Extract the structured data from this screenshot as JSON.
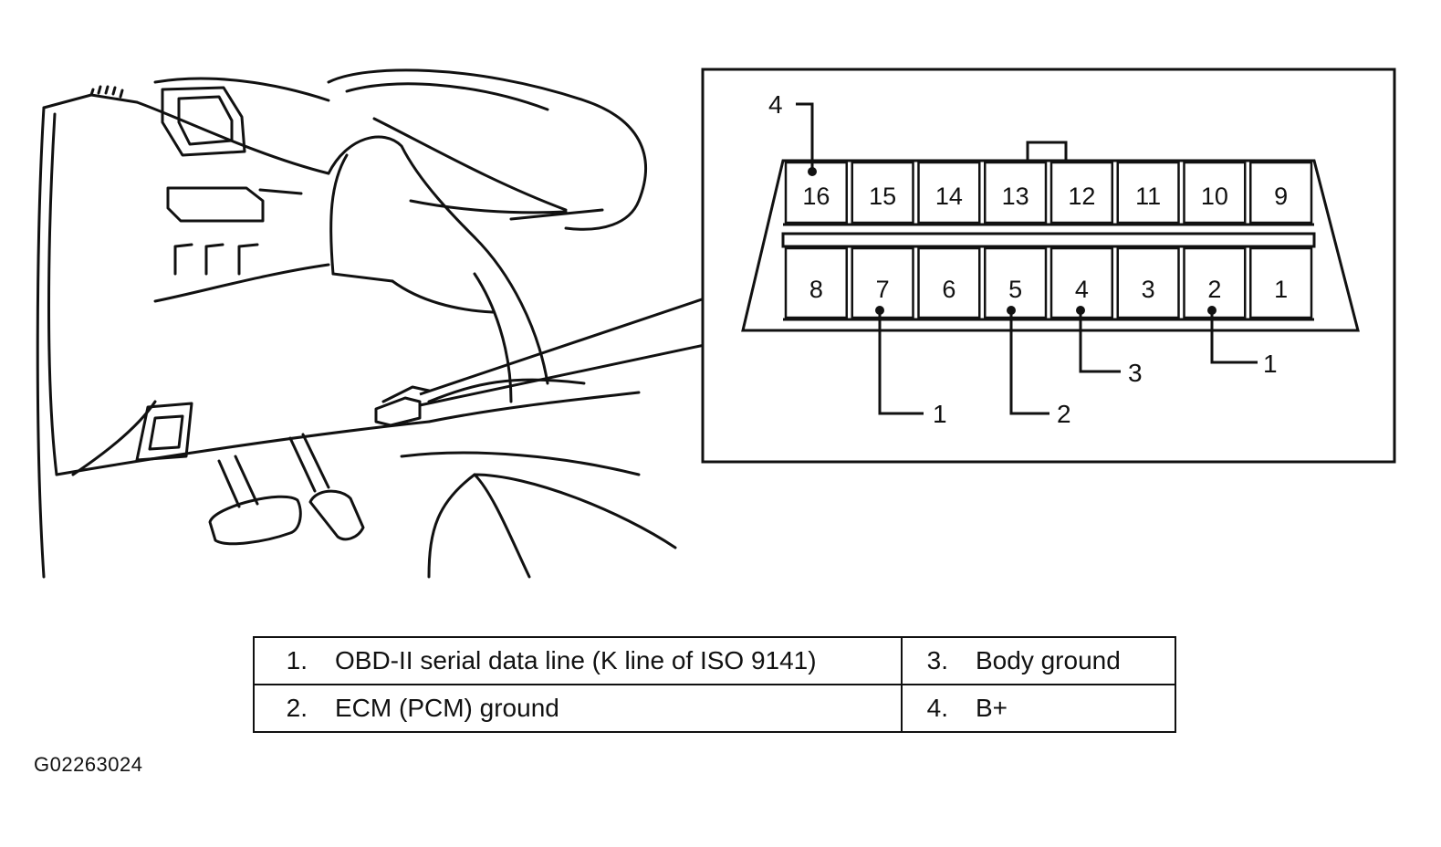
{
  "connector": {
    "top_row_pins": [
      "16",
      "15",
      "14",
      "13",
      "12",
      "11",
      "10",
      "9"
    ],
    "bottom_row_pins": [
      "8",
      "7",
      "6",
      "5",
      "4",
      "3",
      "2",
      "1"
    ]
  },
  "callouts": {
    "pin16": "4",
    "pin7": "1",
    "pin5": "2",
    "pin4": "3",
    "pin2": "1"
  },
  "legend": {
    "rows": [
      {
        "left_num": "1.",
        "left_text": "OBD-II serial data line (K line of ISO 9141)",
        "right_num": "3.",
        "right_text": "Body ground"
      },
      {
        "left_num": "2.",
        "left_text": "ECM (PCM) ground",
        "right_num": "4.",
        "right_text": "B+"
      }
    ]
  },
  "figure_id": "G02263024"
}
